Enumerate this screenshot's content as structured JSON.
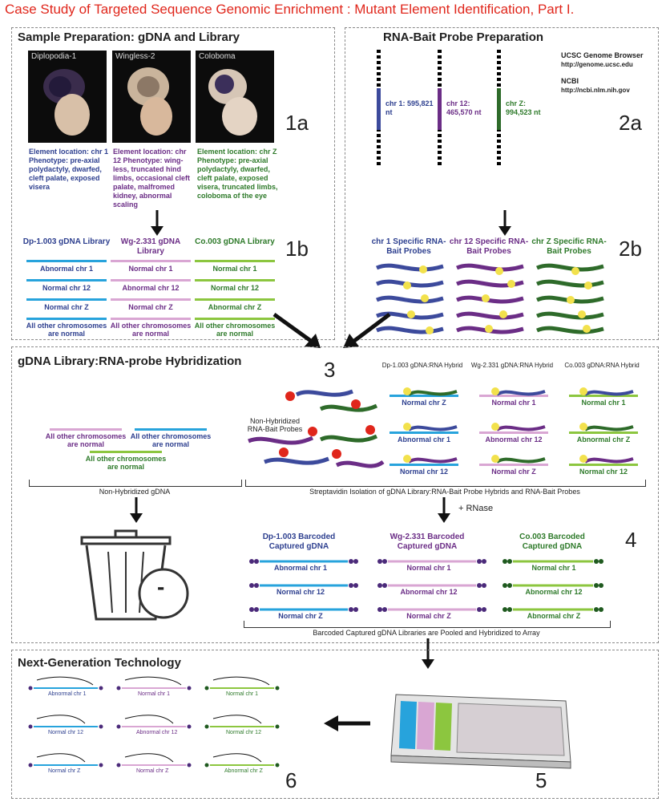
{
  "title": "Case Study of Targeted Sequence Genomic Enrichment : Mutant Element Identification, Part I.",
  "panel1": {
    "title": "Sample Preparation: gDNA and Library",
    "photos": [
      "Diplopodia-1",
      "Wingless-2",
      "Coloboma"
    ],
    "descriptions": [
      "Element location: chr 1 Phenotype: pre-axial polydactyly, dwarfed, cleft palate, exposed visera",
      "Element location: chr 12 Phenotype: wing-less, truncated hind limbs, occasional cleft palate, malfromed kidney, abnormal scaling",
      "Element location: chr Z Phenotype: pre-axial polydactyly, dwarfed, cleft palate, exposed visera, truncated limbs, coloboma of the eye"
    ],
    "label_a": "1a",
    "label_b": "1b",
    "libraries": [
      {
        "title": "Dp-1.003 gDNA Library",
        "rows": [
          "Abnormal chr 1",
          "Normal chr 12",
          "Normal chr Z"
        ],
        "footer": "All other chromosomes are normal"
      },
      {
        "title": "Wg-2.331 gDNA Library",
        "rows": [
          "Normal chr 1",
          "Abnormal chr 12",
          "Normal chr Z"
        ],
        "footer": "All other chromosomes are normal"
      },
      {
        "title": "Co.003 gDNA Library",
        "rows": [
          "Normal chr 1",
          "Normal chr 12",
          "Abnormal chr Z"
        ],
        "footer": "All other chromosomes are normal"
      }
    ]
  },
  "panel2": {
    "title": "RNA-Bait Probe Preparation",
    "segments": [
      "chr 1: 595,821 nt",
      "chr 12: 465,570 nt",
      "chr Z: 994,523 nt"
    ],
    "browser_name": "UCSC Genome Browser",
    "browser_url": "http://genome.ucsc.edu",
    "ncbi_name": "NCBI",
    "ncbi_url": "http://ncbi.nlm.nih.gov",
    "label_a": "2a",
    "label_b": "2b",
    "probes": [
      "chr 1 Specific RNA-Bait Probes",
      "chr 12 Specific RNA-Bait Probes",
      "chr Z Specific RNA-Bait Probes"
    ]
  },
  "panel3": {
    "title": "gDNA Library:RNA-probe Hybridization",
    "label": "3",
    "unhyb_chr": [
      "All other chromosomes are normal",
      "All other chromosomes are normal",
      "All other chromosomes are normal"
    ],
    "non_hyb_probes": "Non-Hybridized RNA-Bait Probes",
    "hybrids": [
      {
        "title": "Dp-1.003 gDNA:RNA Hybrid",
        "rows": [
          "Normal chr Z",
          "Abnormal chr 1",
          "Normal chr 12"
        ]
      },
      {
        "title": "Wg-2.331 gDNA:RNA Hybrid",
        "rows": [
          "Normal chr 1",
          "Abnormal chr 12",
          "Normal chr Z"
        ]
      },
      {
        "title": "Co.003 gDNA:RNA Hybrid",
        "rows": [
          "Normal chr 1",
          "Abnormal chr Z",
          "Normal chr 12"
        ]
      }
    ],
    "bracket_left": "Non-Hybridized gDNA",
    "bracket_right": "Streptavidin Isolation of gDNA Library:RNA-Bait Probe Hybrids and RNA-Bait Probes",
    "rnase": "+ RNase",
    "label_4": "4",
    "captured": [
      {
        "title": "Dp-1.003 Barcoded Captured gDNA",
        "rows": [
          "Abnormal chr 1",
          "Normal chr 12",
          "Normal chr Z"
        ]
      },
      {
        "title": "Wg-2.331 Barcoded Captured gDNA",
        "rows": [
          "Normal chr 1",
          "Abnormal chr 12",
          "Normal chr Z"
        ]
      },
      {
        "title": "Co.003 Barcoded Captured gDNA",
        "rows": [
          "Normal chr 1",
          "Abnormal chr 12",
          "Abnormal chr Z"
        ]
      }
    ],
    "pooled": "Barcoded Captured gDNA Libraries are Pooled and Hybridized to Array",
    "trash_sign": "-"
  },
  "panel4": {
    "title": "Next-Generation Technology",
    "label_5": "5",
    "label_6": "6",
    "reads": [
      [
        "Abnormal chr 1",
        "Normal chr 1",
        "Normal chr 1"
      ],
      [
        "Normal chr 12",
        "Abnormal chr 12",
        "Normal chr 12"
      ],
      [
        "Normal chr Z",
        "Normal chr Z",
        "Abnormal chr Z"
      ]
    ]
  },
  "colors": {
    "chr1": "#3c4a9c",
    "chr12": "#6b2d86",
    "chrZ": "#2e6b2a",
    "cyan": "#27a3dc",
    "pink": "#d9a6d3",
    "lime": "#8cc63f",
    "red": "#e0261b"
  }
}
